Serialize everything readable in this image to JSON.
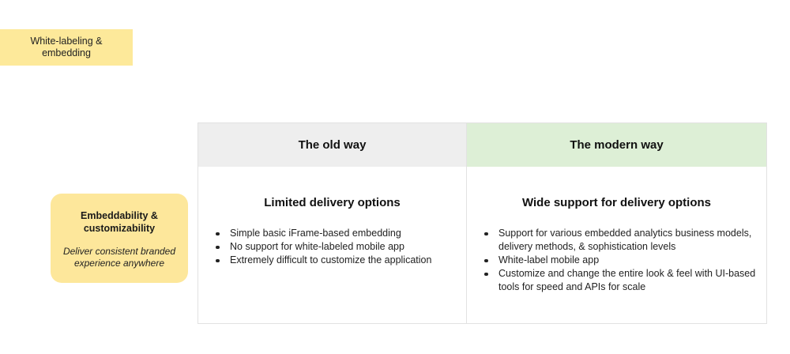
{
  "tag": {
    "label": "White-labeling & embedding"
  },
  "side_card": {
    "title": "Embeddability & customizability",
    "subtitle": "Deliver consistent branded experience anywhere"
  },
  "columns": {
    "old": {
      "header": "The old way",
      "subheader": "Limited delivery options",
      "bullets": [
        "Simple basic iFrame-based embedding",
        "No support for white-labeled mobile app",
        "Extremely difficult to customize the application"
      ]
    },
    "modern": {
      "header": "The modern way",
      "subheader": "Wide support for delivery options",
      "bullets": [
        "Support for various embedded analytics business models, delivery methods, & sophistication levels",
        "White-label mobile app",
        "Customize and change the entire look & feel with UI-based tools for speed and APIs for scale"
      ]
    }
  },
  "colors": {
    "tag_bg": "#fde99a",
    "card_bg": "#fde79b",
    "old_header_bg": "#eeeeee",
    "modern_header_bg": "#ddefd6"
  }
}
